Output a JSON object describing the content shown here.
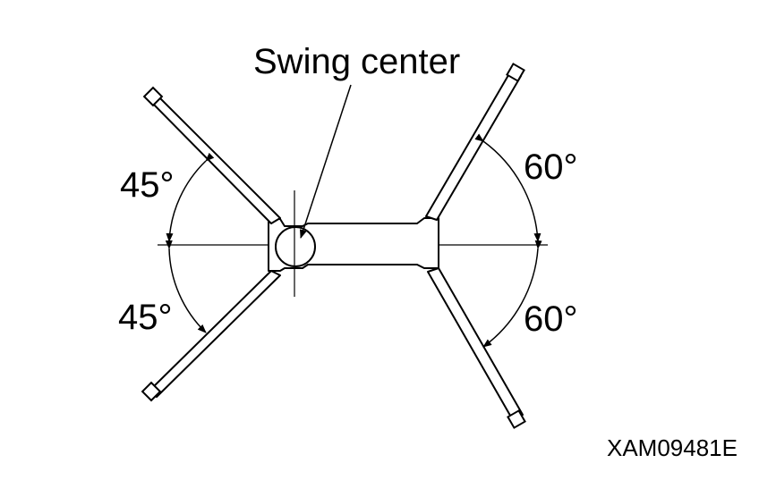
{
  "labels": {
    "swing_center": "Swing center",
    "angle_upper_left": "45°",
    "angle_lower_left": "45°",
    "angle_upper_right": "60°",
    "angle_lower_right": "60°",
    "figure_code": "XAM09481E"
  }
}
